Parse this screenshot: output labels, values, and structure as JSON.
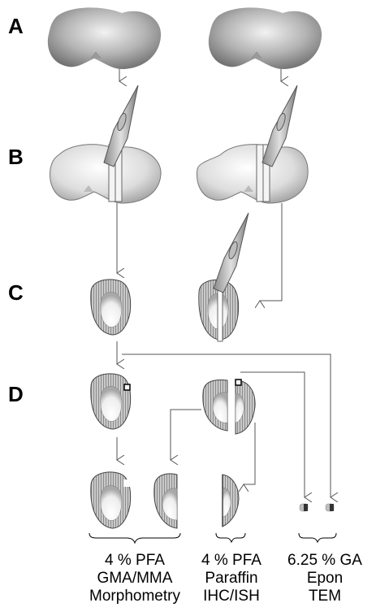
{
  "steps": [
    "A",
    "B",
    "C",
    "D"
  ],
  "groups": [
    {
      "fixative": "4 % PFA",
      "embedding": "GMA/MMA",
      "analysis": "Morphometry"
    },
    {
      "fixative": "4 % PFA",
      "embedding": "Paraffin",
      "analysis": "IHC/ISH"
    },
    {
      "fixative": "6.25 % GA",
      "embedding": "Epon",
      "analysis": "TEM"
    }
  ],
  "colors": {
    "line": "#555555",
    "outline": "#444444",
    "kidney_dark": "#7a7a7a",
    "kidney_light": "#d8d8d8"
  }
}
